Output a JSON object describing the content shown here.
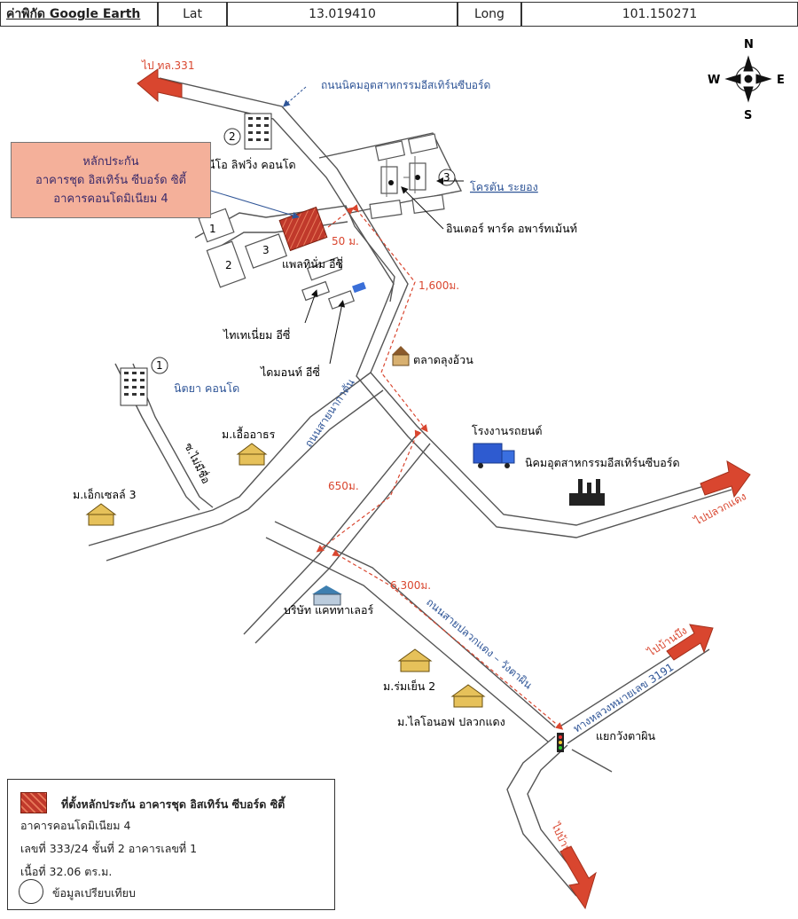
{
  "header": {
    "title": "ค่าพิกัด Google Earth",
    "lat_label": "Lat",
    "lat_value": "13.019410",
    "long_label": "Long",
    "long_value": "101.150271"
  },
  "compass": {
    "n": "N",
    "s": "S",
    "e": "E",
    "w": "W"
  },
  "callout": {
    "line1": "หลักประกัน",
    "line2": "อาคารชุด อิสเทิร์น ซีบอร์ด ซิตี้",
    "line3": "อาคารคอนโดมิเนียม 4"
  },
  "roads": {
    "to_331": "ไป ทล.331",
    "industrial_road": "ถนนนิคมอุตสาหกรรมอีสเทิร์นซีบอร์ด",
    "road_ta_kan": "ถนนสายนากาตัน",
    "soi_mai_mi_chue": "ซ.ไม่มีชื่อ",
    "to_pluak_daeng": "ไปปลวกแดง",
    "road_pluak_daeng_wang_tamin": "ถนนสายปลวกแดง – วังตาผิน",
    "highway_3191": "ทางหลวงหมายเลข 3191",
    "to_ban_bueng": "ไปบ้านบึง",
    "to_ban_khai": "ไปบ้านค่าย",
    "wang_tamin_junction": "แยกวังตาผิน"
  },
  "distances": {
    "d50": "50 ม.",
    "d1600": "1,600ม.",
    "d650": "650ม.",
    "d6300": "6,300ม."
  },
  "places": {
    "neo_living": "นีโอ ลิฟวิ่ง คอนโด",
    "neo_num": "2",
    "crossing": "โครตัน ระยอง",
    "crossing_num": "3",
    "inter_park": "อินเตอร์ พาร์ค อพาร์ทเม้นท์",
    "platinum": "แพลทินั่ม อีซี่",
    "titanium": "ไทเทเนี่ยม อีซี่",
    "diamond": "ไดมอนท์ อีซี่",
    "market": "ตลาดลุงอ้วน",
    "nittaya": "นิตยา คอนโด",
    "nittaya_num": "1",
    "factory": "โรงงานรถยนต์",
    "estate": "นิคมอุตสาหกรรมอีสเทิร์นซีบอร์ด",
    "ua_athorn": "ม.เอื้ออาธร",
    "excel3": "ม.เอ็กเซลล์ 3",
    "cat_tailor": "บริษัท แคททาเลอร์",
    "rom_yen2": "ม.ร่มเย็น 2",
    "lio_on": "ม.ไลโอนอฟ ปลวกแดง",
    "bldg1": "1",
    "bldg2": "2",
    "bldg3": "3"
  },
  "legend": {
    "line1": "ที่ตั้งหลักประกัน อาคารชุด อิสเทิร์น ซีบอร์ด ซิตี้",
    "line2": "อาคารคอนโดมิเนียม 4",
    "line3": "เลขที่ 333/24 ชั้นที่ 2 อาคารเลขที่ 1",
    "line4": "เนื้อที่ 32.06 ตร.ม.",
    "line5": "ข้อมูลเปรียบเทียบ"
  },
  "colors": {
    "accent_red": "#d9462f",
    "road_label_blue": "#2f5597",
    "callout_bg": "#f4b09a"
  }
}
